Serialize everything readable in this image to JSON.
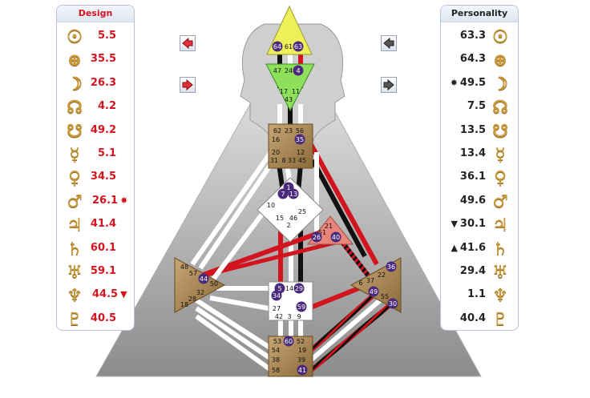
{
  "design": {
    "title": "Design",
    "rows": [
      {
        "planet": "sun-icon",
        "glyph": "☉",
        "value": "5.5",
        "marker": ""
      },
      {
        "planet": "earth-icon",
        "glyph": "⊕",
        "value": "35.5",
        "marker": ""
      },
      {
        "planet": "moon-icon",
        "glyph": "☽",
        "value": "26.3",
        "marker": ""
      },
      {
        "planet": "north-node-icon",
        "glyph": "☊",
        "value": "4.2",
        "marker": ""
      },
      {
        "planet": "south-node-icon",
        "glyph": "☋",
        "value": "49.2",
        "marker": ""
      },
      {
        "planet": "mercury-icon",
        "glyph": "☿",
        "value": "5.1",
        "marker": ""
      },
      {
        "planet": "venus-icon",
        "glyph": "♀",
        "value": "34.5",
        "marker": ""
      },
      {
        "planet": "mars-icon",
        "glyph": "♂",
        "value": "26.1",
        "marker": "✸"
      },
      {
        "planet": "jupiter-icon",
        "glyph": "♃",
        "value": "41.4",
        "marker": ""
      },
      {
        "planet": "saturn-icon",
        "glyph": "♄",
        "value": "60.1",
        "marker": ""
      },
      {
        "planet": "uranus-icon",
        "glyph": "♅",
        "value": "59.1",
        "marker": ""
      },
      {
        "planet": "neptune-icon",
        "glyph": "♆",
        "value": "44.5",
        "marker": "▼"
      },
      {
        "planet": "pluto-icon",
        "glyph": "♇",
        "value": "40.5",
        "marker": ""
      }
    ]
  },
  "personality": {
    "title": "Personality",
    "rows": [
      {
        "planet": "sun-icon",
        "glyph": "☉",
        "value": "63.3",
        "marker": ""
      },
      {
        "planet": "earth-icon",
        "glyph": "⊕",
        "value": "64.3",
        "marker": ""
      },
      {
        "planet": "moon-icon",
        "glyph": "☽",
        "value": "49.5",
        "marker": "✸"
      },
      {
        "planet": "north-node-icon",
        "glyph": "☊",
        "value": "7.5",
        "marker": ""
      },
      {
        "planet": "south-node-icon",
        "glyph": "☋",
        "value": "13.5",
        "marker": ""
      },
      {
        "planet": "mercury-icon",
        "glyph": "☿",
        "value": "13.4",
        "marker": ""
      },
      {
        "planet": "venus-icon",
        "glyph": "♀",
        "value": "36.1",
        "marker": ""
      },
      {
        "planet": "mars-icon",
        "glyph": "♂",
        "value": "49.6",
        "marker": ""
      },
      {
        "planet": "jupiter-icon",
        "glyph": "♃",
        "value": "30.1",
        "marker": "▼"
      },
      {
        "planet": "saturn-icon",
        "glyph": "♄",
        "value": "41.6",
        "marker": "▲"
      },
      {
        "planet": "uranus-icon",
        "glyph": "♅",
        "value": "29.4",
        "marker": ""
      },
      {
        "planet": "neptune-icon",
        "glyph": "♆",
        "value": "1.1",
        "marker": ""
      },
      {
        "planet": "pluto-icon",
        "glyph": "♇",
        "value": "40.4",
        "marker": ""
      }
    ]
  },
  "nav": {
    "design_prev": "arrow-left-icon",
    "design_next": "arrow-right-icon",
    "personality_prev": "arrow-left-icon",
    "personality_next": "arrow-right-icon"
  },
  "colors": {
    "design": "#d2141e",
    "personality": "#222222",
    "head_center": "#eef05a",
    "ajna_center": "#8ee05a",
    "spleen_center": "#e8857a",
    "motor_center": "#a07a48",
    "gate_badge": "#4a2a7a"
  },
  "centers": {
    "head": {
      "gates": [
        "64",
        "61",
        "63"
      ]
    },
    "ajna": {
      "gates": [
        "47",
        "24",
        "4",
        "17",
        "11",
        "43"
      ]
    },
    "throat": {
      "gates": [
        "62",
        "23",
        "56",
        "16",
        "35",
        "20",
        "12",
        "31",
        "8",
        "33",
        "45"
      ]
    },
    "g": {
      "gates": [
        "1",
        "7",
        "13",
        "10",
        "25",
        "15",
        "46",
        "2"
      ]
    },
    "heart": {
      "gates": [
        "21",
        "51",
        "26",
        "40"
      ]
    },
    "spleen": {
      "gates": [
        "48",
        "57",
        "44",
        "50",
        "32",
        "28",
        "18"
      ]
    },
    "solar_plexus": {
      "gates": [
        "36",
        "22",
        "6",
        "37",
        "49",
        "55",
        "30"
      ]
    },
    "sacral": {
      "gates": [
        "5",
        "14",
        "29",
        "34",
        "27",
        "59",
        "42",
        "3",
        "9"
      ]
    },
    "root": {
      "gates": [
        "53",
        "60",
        "52",
        "54",
        "19",
        "38",
        "39",
        "58",
        "41"
      ]
    }
  }
}
